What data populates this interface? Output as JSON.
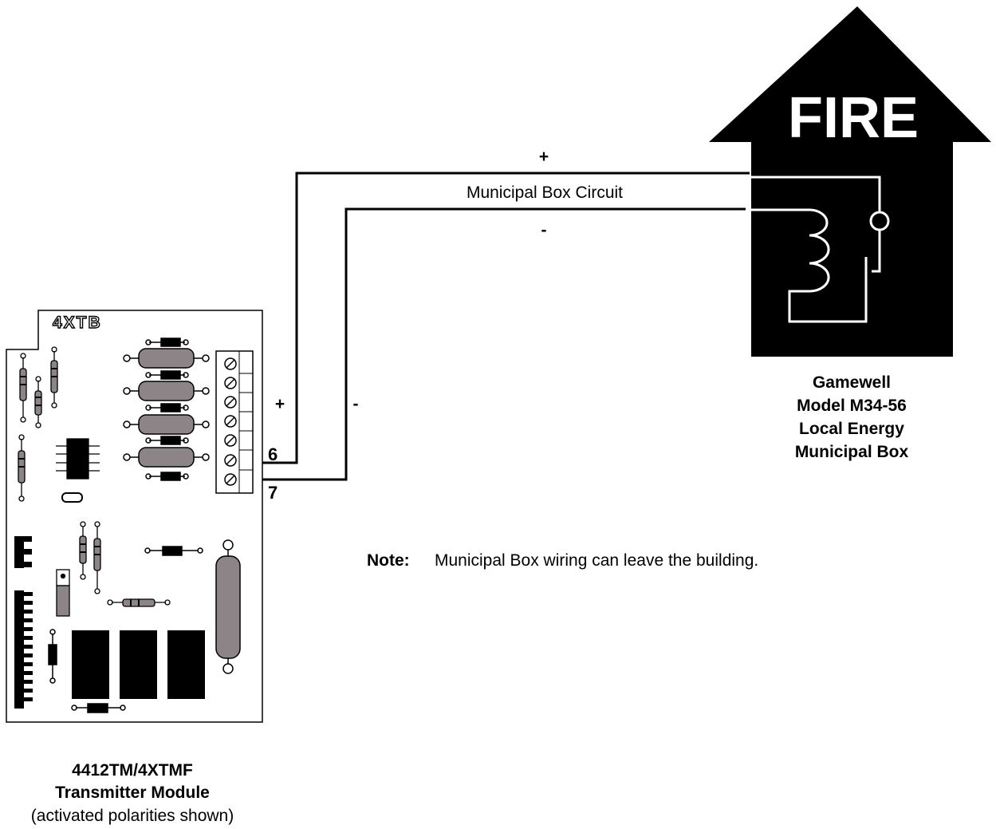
{
  "fire_box": {
    "sign_text": "FIRE",
    "caption": [
      "Gamewell",
      "Model M34-56",
      "Local Energy",
      "Municipal Box"
    ]
  },
  "circuit": {
    "label": "Municipal Box Circuit",
    "plus_top": "+",
    "minus_top": "-",
    "plus_vertical": "+",
    "minus_vertical": "-"
  },
  "terminals": {
    "t6": "6",
    "t7": "7"
  },
  "board": {
    "silkscreen": "4XTB"
  },
  "module_caption": {
    "line1": "4412TM/4XTMF",
    "line2": "Transmitter Module",
    "line3": "(activated polarities shown)"
  },
  "note": {
    "label": "Note:",
    "text": "Municipal Box wiring can leave the building."
  }
}
